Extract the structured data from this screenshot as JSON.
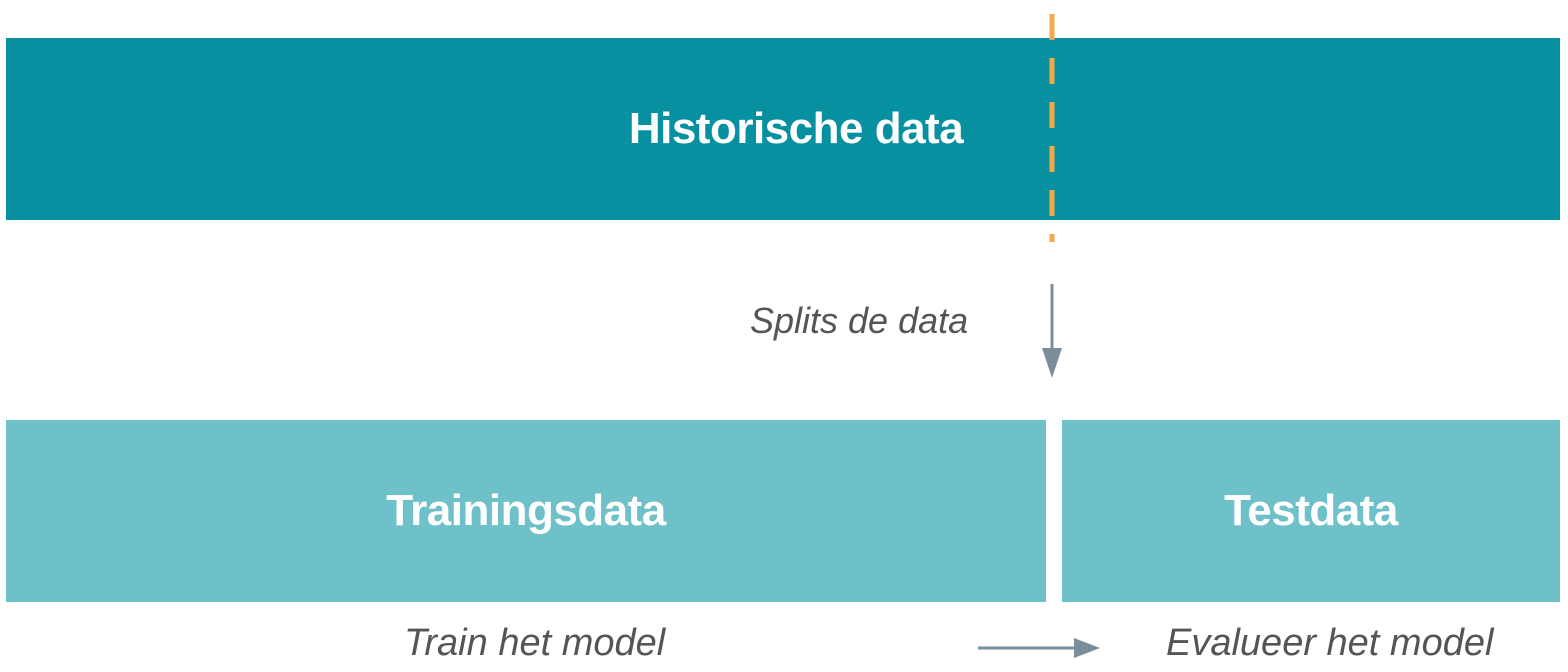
{
  "blocks": {
    "historical": "Historische data",
    "training": "Trainingsdata",
    "test": "Testdata"
  },
  "captions": {
    "split": "Splits de data",
    "train": "Train het model",
    "evaluate": "Evalueer het model"
  },
  "colors": {
    "historical_fill": "#0791a0",
    "split_fill": "#6fc1c9",
    "split_marker": "#f2a94a",
    "arrow": "#7a8d99",
    "caption_text": "#555555"
  }
}
